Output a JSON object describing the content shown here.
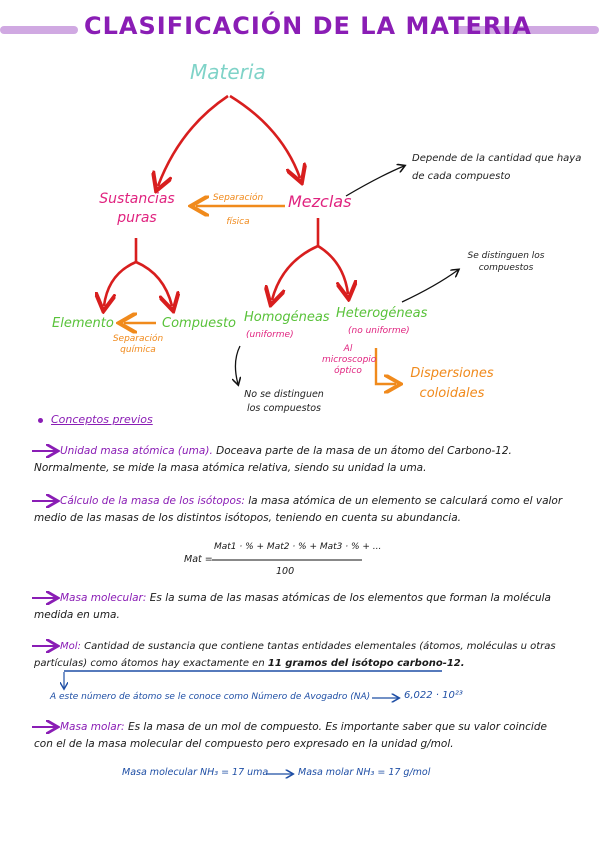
{
  "title": "CLASIFICACIÓN DE LA MATERIA",
  "diagram": {
    "root": "Materia",
    "pure": "Sustancias puras",
    "mix": "Mezclas",
    "separation_physical": "Separación física",
    "mix_note": "Depende de la cantidad que haya de cada compuesto",
    "element": "Elemento",
    "compound": "Compuesto",
    "separation_chemical": "Separación química",
    "homogeneous": "Homogéneas",
    "homogeneous_sub": "(uniforme)",
    "heterogeneous": "Heterogéneas",
    "heterogeneous_sub": "(no uniforme)",
    "hetero_note": "Se distinguen los compuestos",
    "homo_note": "No se distinguen los compuestos",
    "microscope_note": "Al microscopio óptico",
    "colloid": "Dispersiones coloidales"
  },
  "concepts": {
    "heading": "Conceptos previos",
    "uma_term": "Unidad masa atómica (uma).",
    "uma_text": "Doceava parte de la masa de un átomo del Carbono-12. Normalmente, se mide la masa atómica relativa, siendo su unidad la uma.",
    "isotopes_term": "Cálculo de la masa de los isótopos:",
    "isotopes_text": "la masa atómica de un elemento se calculará como el valor medio de las masas de los distintos isótopos, teniendo en cuenta su abundancia.",
    "formula_lhs": "Mat =",
    "formula_num": "Mat1 · % + Mat2 · % + Mat3 · % + ...",
    "formula_den": "100",
    "molecular_term": "Masa molecular:",
    "molecular_text": "Es la suma de las masas atómicas de los elementos que forman la molécula medida en uma.",
    "mol_term": "Mol:",
    "mol_text_1": "Cantidad de sustancia que contiene tantas entidades elementales (átomos, moléculas u otras partículas) como átomos hay exactamente en",
    "mol_text_2": "11 gramos del isótopo carbono-12.",
    "avogadro_text": "A este número de átomo se le conoce como Número de Avogadro (NA)",
    "avogadro_value": "6,022 · 10²³",
    "molar_term": "Masa molar:",
    "molar_text": "Es la masa de un mol de compuesto. Es importante saber que su valor coincide con el de la masa molecular del compuesto pero expresado en la unidad g/mol.",
    "example_left": "Masa molecular NH₃ = 17 uma",
    "example_right": "Masa molar NH₃ = 17 g/mol"
  },
  "colors": {
    "title": "#8a1db5",
    "title_bar": "#d0a9e2",
    "root": "#7fd3c8",
    "pink": "#e0237f",
    "orange": "#f08a1c",
    "green": "#59c23a",
    "red_arrow": "#d81e1e",
    "blue": "#1f4fa5"
  }
}
